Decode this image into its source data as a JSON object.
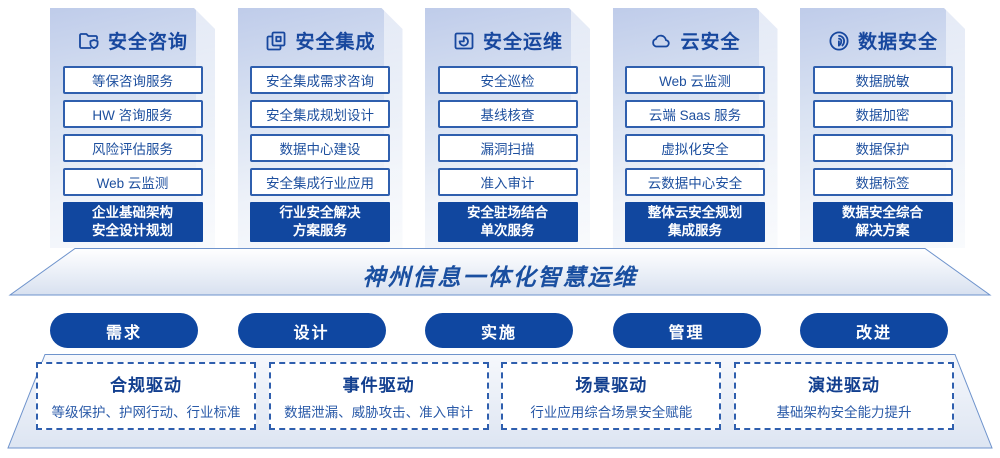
{
  "colors": {
    "primary_blue": "#17479E",
    "highlight_bg": "#11479F",
    "pill_bg": "#0F47A1",
    "item_border": "#2F5FAE",
    "card_gradient_top": "#BFCCEA",
    "card_gradient_bottom": "#F8FAFD"
  },
  "columns": [
    {
      "title": "安全咨询",
      "icon": "folder-shield-icon",
      "items": [
        "等保咨询服务",
        "HW 咨询服务",
        "风险评估服务",
        "Web 云监测"
      ],
      "highlight": {
        "line1": "企业基础架构",
        "line2": "安全设计规划"
      }
    },
    {
      "title": "安全集成",
      "icon": "copy-docs-icon",
      "items": [
        "安全集成需求咨询",
        "安全集成规划设计",
        "数据中心建设",
        "安全集成行业应用"
      ],
      "highlight": {
        "line1": "行业安全解决",
        "line2": "方案服务"
      }
    },
    {
      "title": "安全运维",
      "icon": "monitor-folder-icon",
      "items": [
        "安全巡检",
        "基线核查",
        "漏洞扫描",
        "准入审计"
      ],
      "highlight": {
        "line1": "安全驻场结合",
        "line2": "单次服务"
      }
    },
    {
      "title": "云安全",
      "icon": "cloud-icon",
      "items": [
        "Web 云监测",
        "云端 Saas 服务",
        "虚拟化安全",
        "云数据中心安全"
      ],
      "highlight": {
        "line1": "整体云安全规划",
        "line2": "集成服务"
      }
    },
    {
      "title": "数据安全",
      "icon": "fingerprint-icon",
      "items": [
        "数据脱敏",
        "数据加密",
        "数据保护",
        "数据标签"
      ],
      "highlight": {
        "line1": "数据安全综合",
        "line2": "解决方案"
      }
    }
  ],
  "banner": {
    "title": "神州信息一体化智慧运维"
  },
  "phases": [
    {
      "label": "需求"
    },
    {
      "label": "设计"
    },
    {
      "label": "实施"
    },
    {
      "label": "管理"
    },
    {
      "label": "改进"
    }
  ],
  "drivers": [
    {
      "title": "合规驱动",
      "desc": "等级保护、护网行动、行业标准"
    },
    {
      "title": "事件驱动",
      "desc": "数据泄漏、威胁攻击、准入审计"
    },
    {
      "title": "场景驱动",
      "desc": "行业应用综合场景安全赋能"
    },
    {
      "title": "演进驱动",
      "desc": "基础架构安全能力提升"
    }
  ]
}
